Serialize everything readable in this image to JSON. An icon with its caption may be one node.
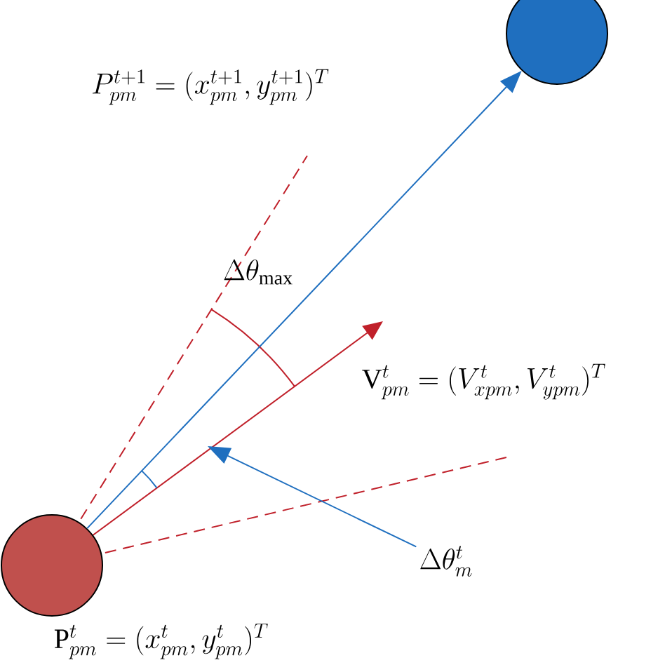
{
  "diagram": {
    "nodes": [
      {
        "text": [],
        "shape": "circle",
        "beside": [
          "\\mathrm{P}_{pm}^{t} = (x_{pm}^{t}, y_{pm}^{t})^{T}"
        ]
      },
      {
        "text": [],
        "shape": "circle"
      },
      {
        "text": [
          "\\Delta\\theta_{m}^{t}"
        ]
      }
    ],
    "edges": [
      {
        "from": 0,
        "to": 1,
        "arrow": "to",
        "color": "#1f6fbf"
      },
      {
        "from": 2,
        "to": null,
        "arrow": "to",
        "color": "#1f6fbf"
      }
    ],
    "labels": [
      "P_{pm}^{t+1} = (x_{pm}^{t+1}, y_{pm}^{t+1})^{T}",
      "\\Delta\\theta_{\\mathrm{max}}",
      "\\mathrm{V}_{pm}^{t} = (V_{xpm}^{t}, V_{ypm}^{t})^{T}"
    ]
  }
}
